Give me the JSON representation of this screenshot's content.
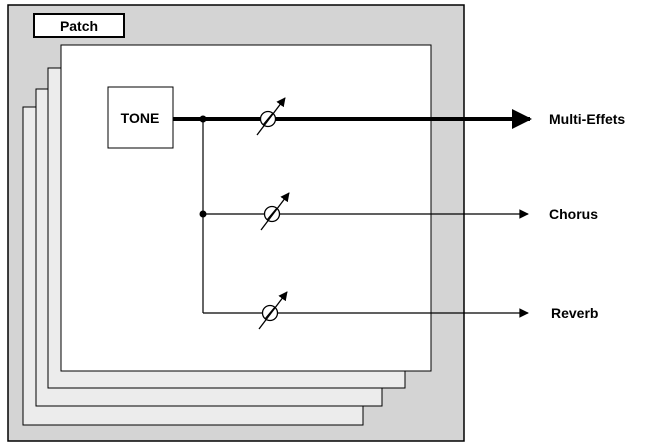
{
  "patch": {
    "label": "Patch"
  },
  "tone": {
    "label": "TONE"
  },
  "outputs": [
    {
      "id": "multi",
      "label": "Multi-Effets",
      "thick": true
    },
    {
      "id": "chorus",
      "label": "Chorus",
      "thick": false
    },
    {
      "id": "reverb",
      "label": "Reverb",
      "thick": false
    }
  ],
  "colors": {
    "outer_bg": "#d4d4d4",
    "stack_page": "#ececec",
    "front_page": "#ffffff",
    "stroke": "#000000"
  }
}
